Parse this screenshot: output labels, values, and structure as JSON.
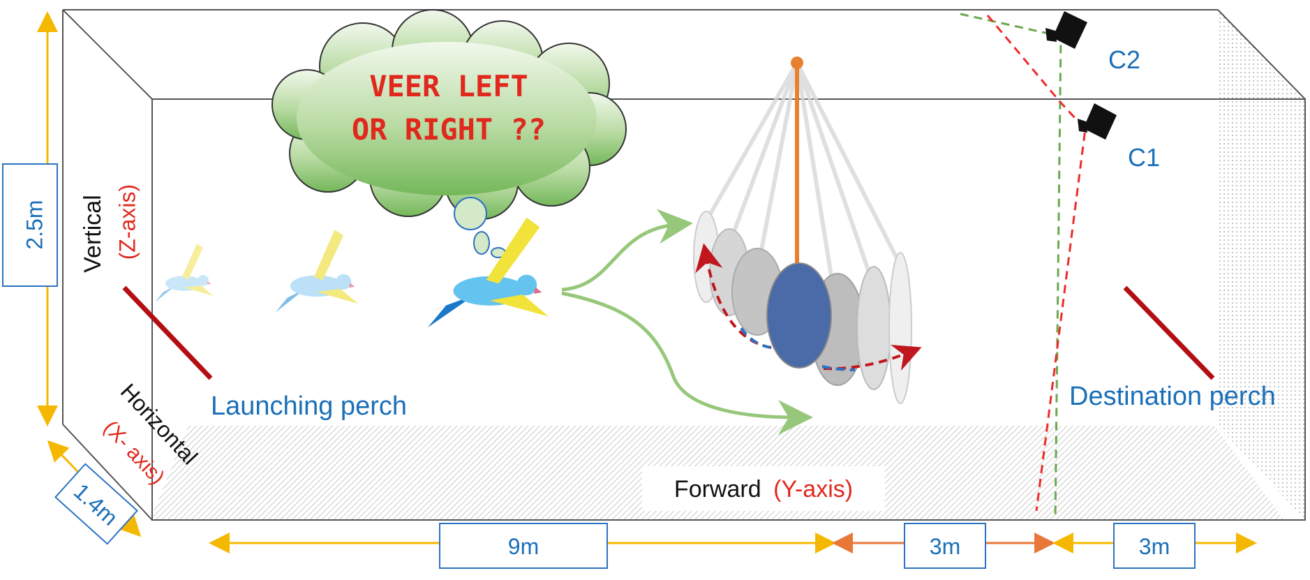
{
  "thought": {
    "line1": "VEER LEFT",
    "line2": "OR RIGHT ??"
  },
  "cameras": {
    "c1": "C1",
    "c2": "C2"
  },
  "perches": {
    "launch": "Launching perch",
    "destination": "Destination perch"
  },
  "axes": {
    "vertical": "Vertical",
    "vertical_axis": "(Z-axis)",
    "horizontal": "Horizontal",
    "horizontal_axis": "(X- axis)",
    "forward": "Forward",
    "forward_axis": "(Y-axis)"
  },
  "dimensions": {
    "height": "2.5m",
    "depth": "1.4m",
    "len_main": "9m",
    "len_mid": "3m",
    "len_end": "3m"
  },
  "colors": {
    "blue_text": "#1a6fb8",
    "red_text": "#e0281c",
    "arrow_yellow": "#f5b800",
    "arrow_orange": "#e8773a",
    "perch": "#b30e14",
    "cam_red": "#ee2a2a",
    "cam_green": "#6aa84f",
    "pendulum_disc": "#4a6aa8",
    "pendulum_rod": "#e8802e"
  },
  "icons": [
    "parrot-icon",
    "camera-icon",
    "thought-cloud-icon",
    "pendulum-icon"
  ]
}
